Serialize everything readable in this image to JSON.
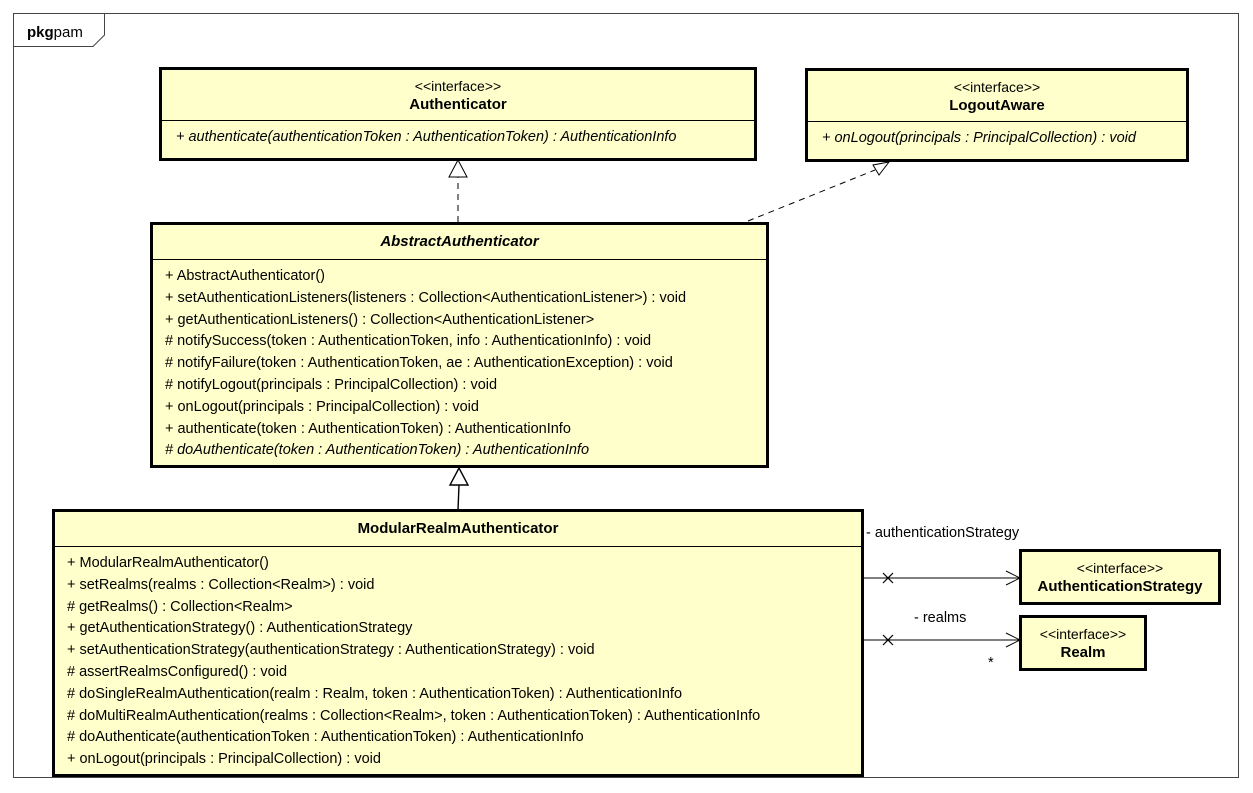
{
  "package": {
    "keyword": "pkg",
    "name": "pam"
  },
  "classes": {
    "authenticator": {
      "stereotype": "<<interface>>",
      "name": "Authenticator",
      "operations": [
        {
          "text": "+ authenticate(authenticationToken : AuthenticationToken) : AuthenticationInfo",
          "abstract": true
        }
      ]
    },
    "logout_aware": {
      "stereotype": "<<interface>>",
      "name": "LogoutAware",
      "operations": [
        {
          "text": "+ onLogout(principals : PrincipalCollection) : void",
          "abstract": true
        }
      ]
    },
    "abstract_authenticator": {
      "name": "AbstractAuthenticator",
      "operations": [
        {
          "text": "+ AbstractAuthenticator()",
          "abstract": false
        },
        {
          "text": "+ setAuthenticationListeners(listeners : Collection<AuthenticationListener>) : void",
          "abstract": false
        },
        {
          "text": "+ getAuthenticationListeners() : Collection<AuthenticationListener>",
          "abstract": false
        },
        {
          "text": "# notifySuccess(token : AuthenticationToken, info : AuthenticationInfo) : void",
          "abstract": false
        },
        {
          "text": "# notifyFailure(token : AuthenticationToken, ae : AuthenticationException) : void",
          "abstract": false
        },
        {
          "text": "# notifyLogout(principals : PrincipalCollection) : void",
          "abstract": false
        },
        {
          "text": "+ onLogout(principals : PrincipalCollection) : void",
          "abstract": false
        },
        {
          "text": "+ authenticate(token : AuthenticationToken) : AuthenticationInfo",
          "abstract": false
        },
        {
          "text": "# doAuthenticate(token : AuthenticationToken) : AuthenticationInfo",
          "abstract": true
        }
      ]
    },
    "modular_realm_authenticator": {
      "name": "ModularRealmAuthenticator",
      "operations": [
        {
          "text": "+ ModularRealmAuthenticator()",
          "abstract": false
        },
        {
          "text": "+ setRealms(realms : Collection<Realm>) : void",
          "abstract": false
        },
        {
          "text": "# getRealms() : Collection<Realm>",
          "abstract": false
        },
        {
          "text": "+ getAuthenticationStrategy() : AuthenticationStrategy",
          "abstract": false
        },
        {
          "text": "+ setAuthenticationStrategy(authenticationStrategy : AuthenticationStrategy) : void",
          "abstract": false
        },
        {
          "text": "# assertRealmsConfigured() : void",
          "abstract": false
        },
        {
          "text": "# doSingleRealmAuthentication(realm : Realm, token : AuthenticationToken) : AuthenticationInfo",
          "abstract": false
        },
        {
          "text": "# doMultiRealmAuthentication(realms : Collection<Realm>, token : AuthenticationToken) : AuthenticationInfo",
          "abstract": false
        },
        {
          "text": "# doAuthenticate(authenticationToken : AuthenticationToken) : AuthenticationInfo",
          "abstract": false
        },
        {
          "text": "+ onLogout(principals : PrincipalCollection) : void",
          "abstract": false
        }
      ]
    },
    "authentication_strategy": {
      "stereotype": "<<interface>>",
      "name": "AuthenticationStrategy"
    },
    "realm": {
      "stereotype": "<<interface>>",
      "name": "Realm"
    }
  },
  "associations": {
    "strategy_role": "- authenticationStrategy",
    "realms_role": "- realms",
    "realms_multiplicity": "*"
  }
}
